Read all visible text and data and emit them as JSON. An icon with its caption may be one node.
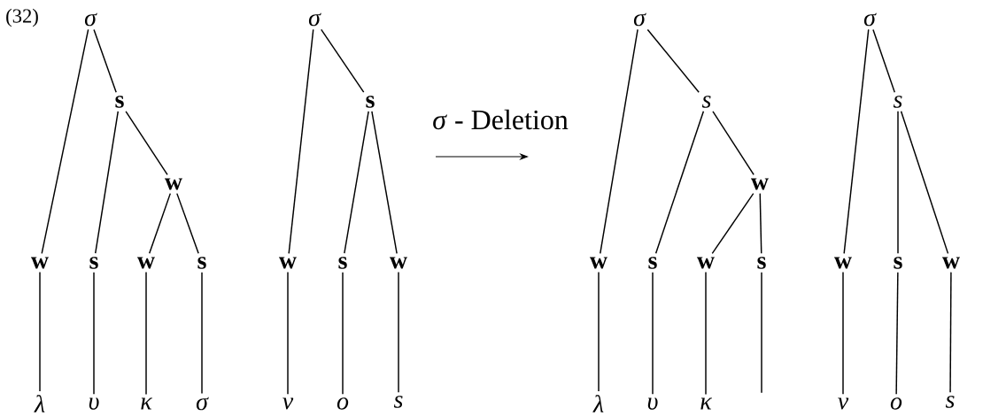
{
  "diagram": {
    "nodes": [
      {
        "text": [
          "σ"
        ]
      },
      {
        "text": [
          "s"
        ]
      },
      {
        "text": [
          "w"
        ]
      },
      {
        "text": [
          "w"
        ]
      },
      {
        "text": [
          "s"
        ]
      },
      {
        "text": [
          "w"
        ]
      },
      {
        "text": [
          "s"
        ]
      },
      {
        "text": [
          "λ"
        ]
      },
      {
        "text": [
          "υ"
        ]
      },
      {
        "text": [
          "κ"
        ]
      },
      {
        "text": [
          "σ"
        ]
      },
      {
        "text": [
          "σ"
        ]
      },
      {
        "text": [
          "s"
        ]
      },
      {
        "text": [
          "w"
        ]
      },
      {
        "text": [
          "s"
        ]
      },
      {
        "text": [
          "w"
        ]
      },
      {
        "text": [
          "ν"
        ]
      },
      {
        "text": [
          "ο"
        ]
      },
      {
        "text": [
          "s"
        ]
      },
      {
        "text": [
          "σ"
        ]
      },
      {
        "text": [
          "s"
        ]
      },
      {
        "text": [
          "w"
        ]
      },
      {
        "text": [
          "w"
        ]
      },
      {
        "text": [
          "s"
        ]
      },
      {
        "text": [
          "w"
        ]
      },
      {
        "text": [
          "s"
        ]
      },
      {
        "text": [
          "λ"
        ]
      },
      {
        "text": [
          "υ"
        ]
      },
      {
        "text": [
          "κ"
        ]
      },
      {
        "text": [
          "σ"
        ]
      },
      {
        "text": [
          "s"
        ]
      },
      {
        "text": [
          "w"
        ]
      },
      {
        "text": [
          "s"
        ]
      },
      {
        "text": [
          "w"
        ]
      },
      {
        "text": [
          "ν"
        ]
      },
      {
        "text": [
          "ο"
        ]
      },
      {
        "text": [
          "s"
        ]
      }
    ],
    "edges": [
      {
        "from": 0,
        "to": 3,
        "arrow": "none"
      },
      {
        "from": 0,
        "to": 1,
        "arrow": "none"
      },
      {
        "from": 1,
        "to": 4,
        "arrow": "none"
      },
      {
        "from": 1,
        "to": 2,
        "arrow": "none"
      },
      {
        "from": 2,
        "to": 5,
        "arrow": "none"
      },
      {
        "from": 2,
        "to": 6,
        "arrow": "none"
      },
      {
        "from": 3,
        "to": 7,
        "arrow": "none"
      },
      {
        "from": 4,
        "to": 8,
        "arrow": "none"
      },
      {
        "from": 5,
        "to": 9,
        "arrow": "none"
      },
      {
        "from": 6,
        "to": 10,
        "arrow": "none"
      },
      {
        "from": 11,
        "to": 13,
        "arrow": "none"
      },
      {
        "from": 11,
        "to": 12,
        "arrow": "none"
      },
      {
        "from": 12,
        "to": 14,
        "arrow": "none"
      },
      {
        "from": 12,
        "to": 15,
        "arrow": "none"
      },
      {
        "from": 13,
        "to": 16,
        "arrow": "none"
      },
      {
        "from": 14,
        "to": 17,
        "arrow": "none"
      },
      {
        "from": 15,
        "to": 18,
        "arrow": "none"
      },
      {
        "from": 19,
        "to": 22,
        "arrow": "none"
      },
      {
        "from": 19,
        "to": 20,
        "arrow": "none"
      },
      {
        "from": 20,
        "to": 23,
        "arrow": "none"
      },
      {
        "from": 20,
        "to": 21,
        "arrow": "none"
      },
      {
        "from": 21,
        "to": 24,
        "arrow": "none"
      },
      {
        "from": 21,
        "to": 25,
        "arrow": "none"
      },
      {
        "from": 22,
        "to": 26,
        "arrow": "none"
      },
      {
        "from": 23,
        "to": 27,
        "arrow": "none"
      },
      {
        "from": 24,
        "to": 28,
        "arrow": "none"
      },
      {
        "from": 25,
        "to": null,
        "arrow": "none"
      },
      {
        "from": 29,
        "to": 31,
        "arrow": "none"
      },
      {
        "from": 29,
        "to": 30,
        "arrow": "none"
      },
      {
        "from": 30,
        "to": 32,
        "arrow": "none"
      },
      {
        "from": 30,
        "to": 33,
        "arrow": "none"
      },
      {
        "from": 31,
        "to": 34,
        "arrow": "none"
      },
      {
        "from": 32,
        "to": 35,
        "arrow": "none"
      },
      {
        "from": 33,
        "to": 36,
        "arrow": "none"
      }
    ],
    "labels": [
      "(32)",
      "*σ* - Deletion"
    ]
  }
}
